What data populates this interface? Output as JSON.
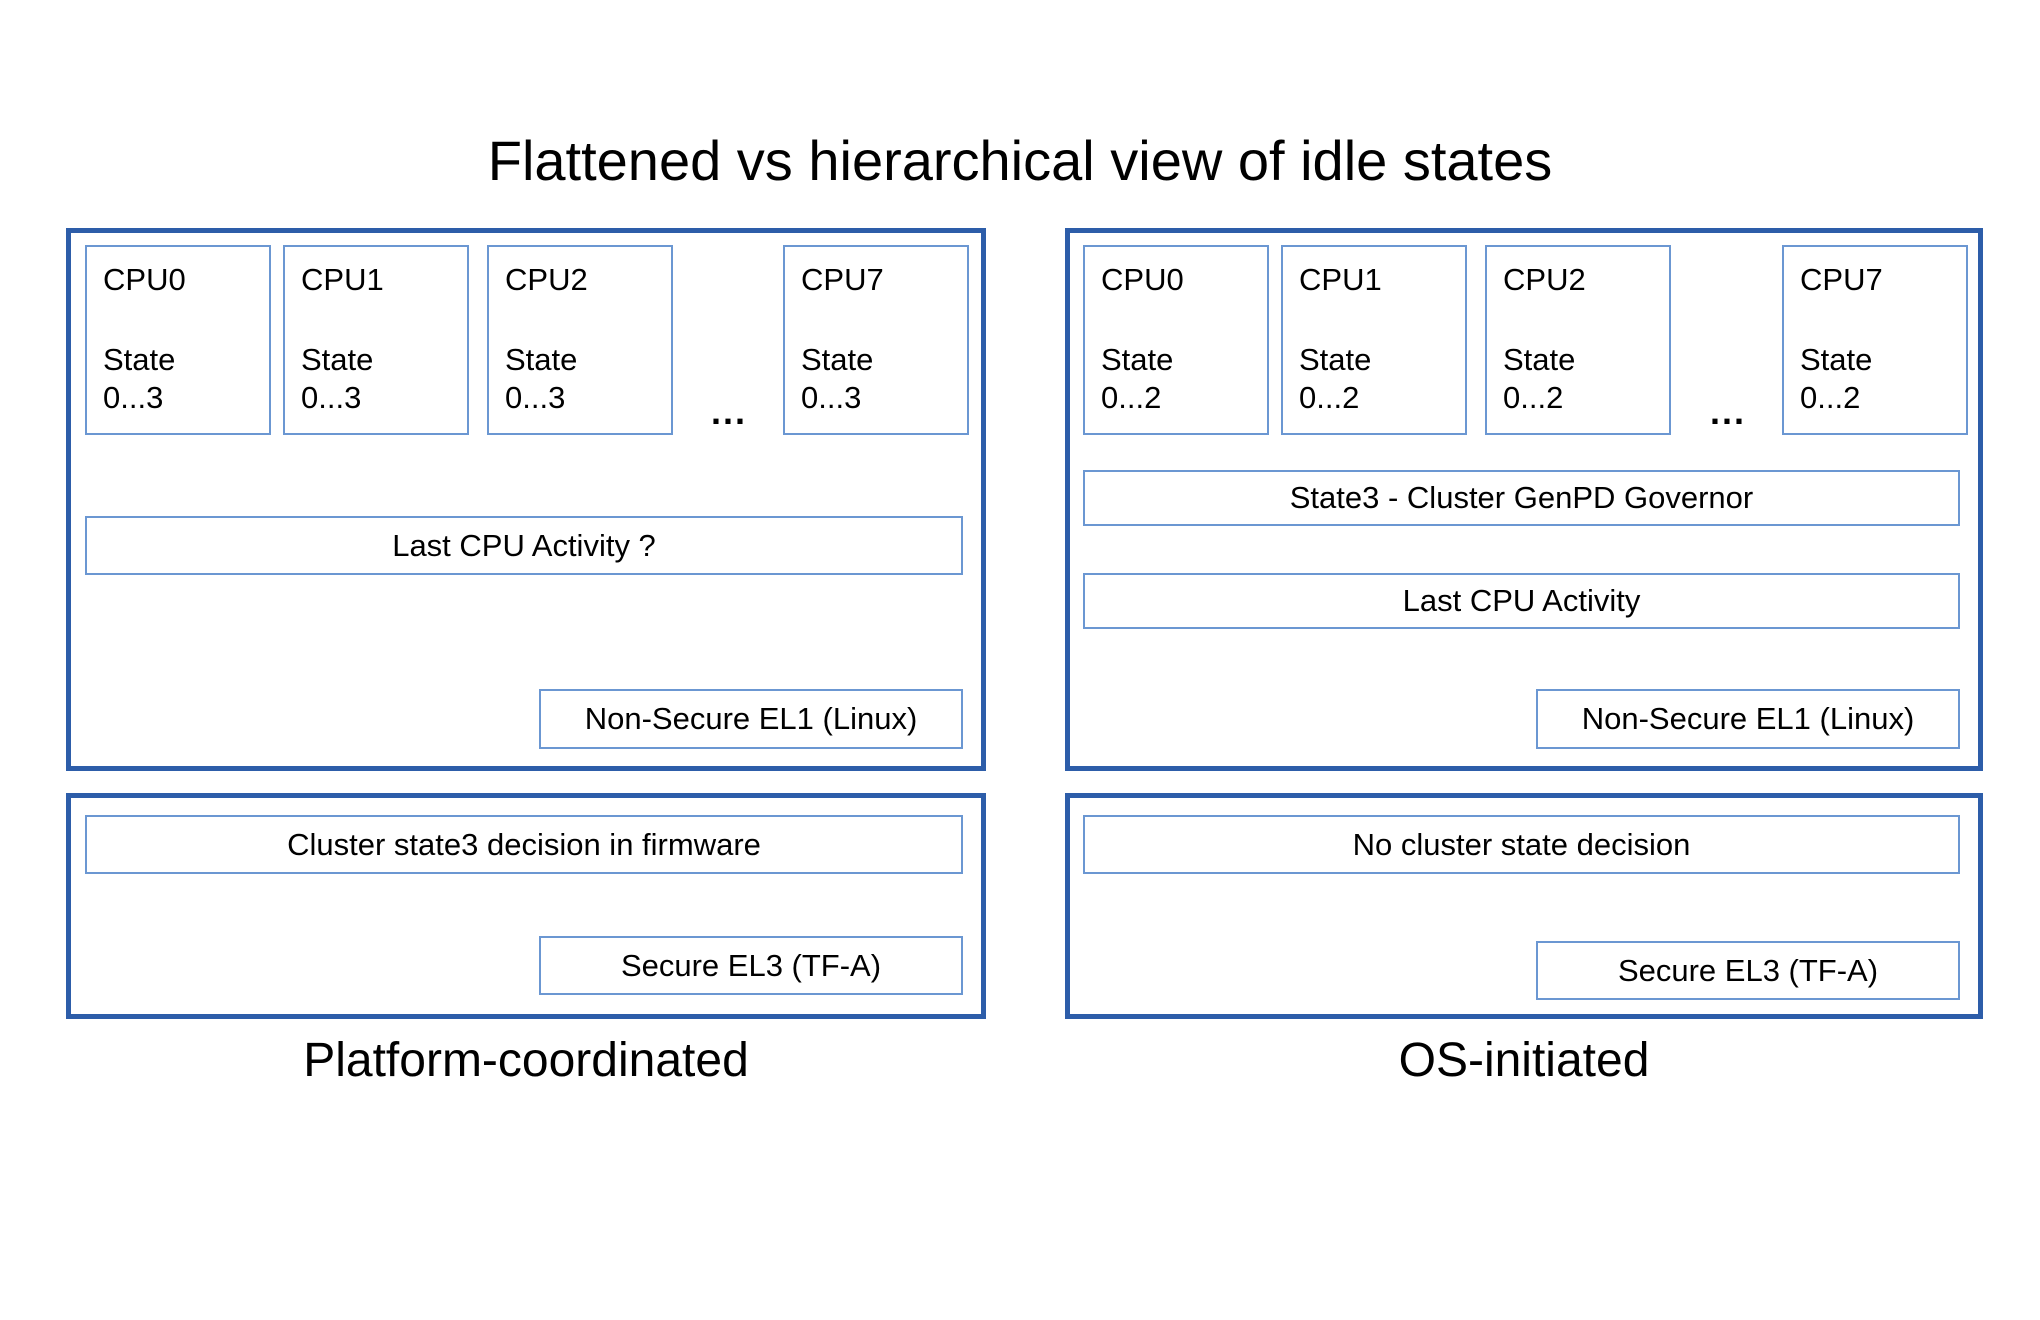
{
  "title": "Flattened vs hierarchical view of idle states",
  "colors": {
    "outer_border": "#2d5da9",
    "inner_border": "#6b97d2",
    "text": "#000000",
    "background": "#ffffff"
  },
  "left_panel": {
    "caption": "Platform-coordinated",
    "cpus": [
      {
        "name": "CPU0",
        "state_label": "State",
        "state_range": "0...3"
      },
      {
        "name": "CPU1",
        "state_label": "State",
        "state_range": "0...3"
      },
      {
        "name": "CPU2",
        "state_label": "State",
        "state_range": "0...3"
      },
      {
        "name": "CPU7",
        "state_label": "State",
        "state_range": "0...3"
      }
    ],
    "ellipsis": "...",
    "activity_label": "Last CPU Activity ?",
    "el1_label": "Non-Secure EL1 (Linux)",
    "firmware_label": "Cluster state3 decision in firmware",
    "el3_label": "Secure EL3 (TF-A)"
  },
  "right_panel": {
    "caption": "OS-initiated",
    "cpus": [
      {
        "name": "CPU0",
        "state_label": "State",
        "state_range": "0...2"
      },
      {
        "name": "CPU1",
        "state_label": "State",
        "state_range": "0...2"
      },
      {
        "name": "CPU2",
        "state_label": "State",
        "state_range": "0...2"
      },
      {
        "name": "CPU7",
        "state_label": "State",
        "state_range": "0...2"
      }
    ],
    "ellipsis": "...",
    "governor_label": "State3 - Cluster GenPD Governor",
    "activity_label": "Last CPU Activity",
    "el1_label": "Non-Secure EL1 (Linux)",
    "decision_label": "No cluster state decision",
    "el3_label": "Secure EL3 (TF-A)"
  }
}
